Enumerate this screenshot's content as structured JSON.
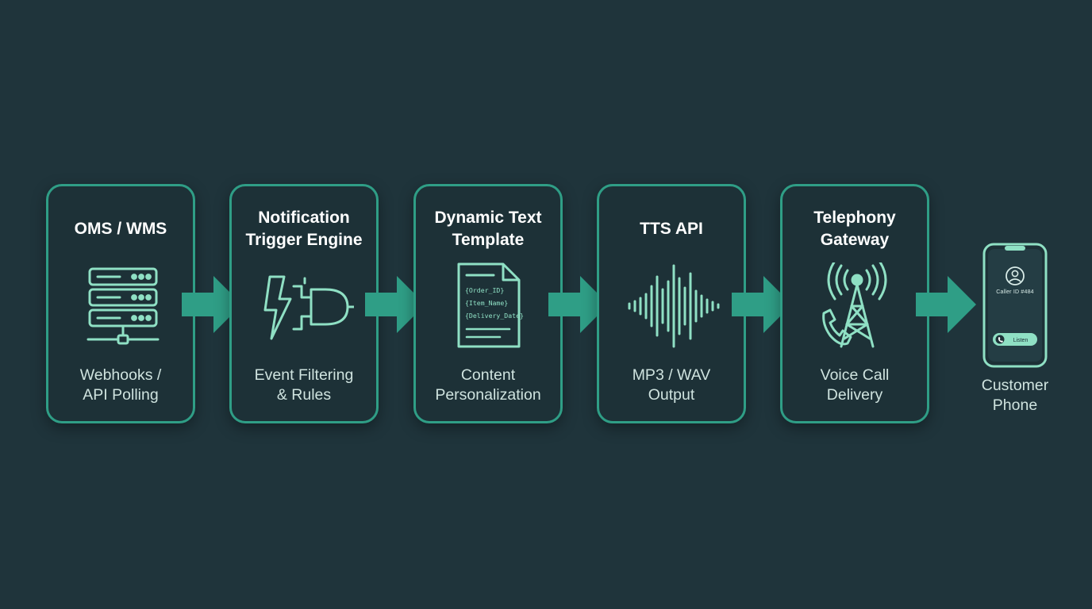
{
  "colors": {
    "background": "#1f343b",
    "card_border": "#2f9e86",
    "arrow": "#2f9e86",
    "icon": "#8fe0c4",
    "title": "#ffffff",
    "desc": "#cfe3df"
  },
  "cards": [
    {
      "title": "OMS / WMS",
      "desc": "Webhooks /\nAPI Polling",
      "icon": "server-rack-icon"
    },
    {
      "title": "Notification\nTrigger Engine",
      "desc": "Event Filtering\n& Rules",
      "icon": "lightning-logic-gate-icon"
    },
    {
      "title": "Dynamic Text\nTemplate",
      "desc": "Content\nPersonalization",
      "icon": "document-template-icon",
      "template_fields": [
        "{Order_ID}",
        "{Item_Name}",
        "{Delivery_Date}"
      ]
    },
    {
      "title": "TTS API",
      "desc": "MP3 / WAV\nOutput",
      "icon": "sound-wave-icon"
    },
    {
      "title": "Telephony\nGateway",
      "desc": "Voice Call\nDelivery",
      "icon": "cell-tower-phone-icon"
    }
  ],
  "phone": {
    "caller_text": "Caller ID #484",
    "button_label": "Listen",
    "label": "Customer\nPhone",
    "icon": "smartphone-icon"
  }
}
